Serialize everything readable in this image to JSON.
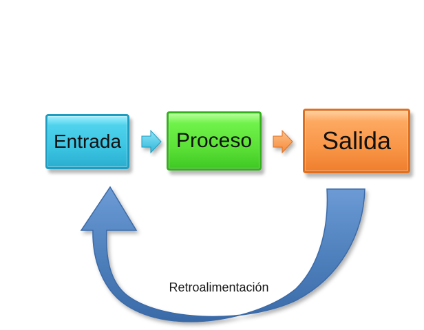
{
  "diagram": {
    "nodes": [
      {
        "id": "entrada",
        "label": "Entrada",
        "color": "#3cc5e3"
      },
      {
        "id": "proceso",
        "label": "Proceso",
        "color": "#5de238"
      },
      {
        "id": "salida",
        "label": "Salida",
        "color": "#f99648"
      }
    ],
    "edges": [
      {
        "from": "entrada",
        "to": "proceso",
        "color": "#3cc5e3"
      },
      {
        "from": "proceso",
        "to": "salida",
        "color": "#f99648"
      },
      {
        "from": "salida",
        "to": "entrada",
        "label": "Retroalimentación",
        "color": "#4f81bd"
      }
    ]
  }
}
